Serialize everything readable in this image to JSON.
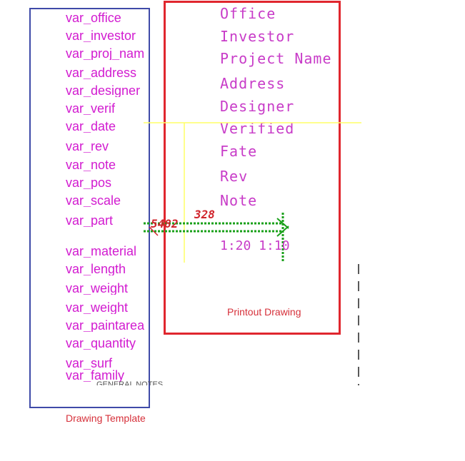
{
  "template": {
    "variables": [
      "var_office",
      "var_investor",
      "var_proj_nam",
      "var_address",
      "var_designer",
      "var_verif",
      "var_date",
      "var_rev",
      "var_note",
      "var_pos",
      "var_scale",
      "var_part",
      "var_material",
      "var_length",
      "var_weight",
      "var_weight",
      "var_paintarea",
      "var_quantity",
      "var_surf",
      "var_family"
    ],
    "caption": "Drawing Template",
    "notes_fragment": "GENERAL NOTES"
  },
  "printout": {
    "labels": [
      "Office",
      "Investor",
      "Project Name",
      "Address",
      "Designer",
      "Verified",
      "Fate",
      "Rev",
      "Note"
    ],
    "dim_left": "5482",
    "dim_top": "328",
    "scale_text": "1:20  1:10",
    "caption": "Printout Drawing"
  },
  "colors": {
    "template_border": "#3f4aa8",
    "printout_border": "#e0262e",
    "variable_text": "#d21bd0",
    "guide_line": "#ffff66",
    "dimension_line": "#1aa01a"
  }
}
